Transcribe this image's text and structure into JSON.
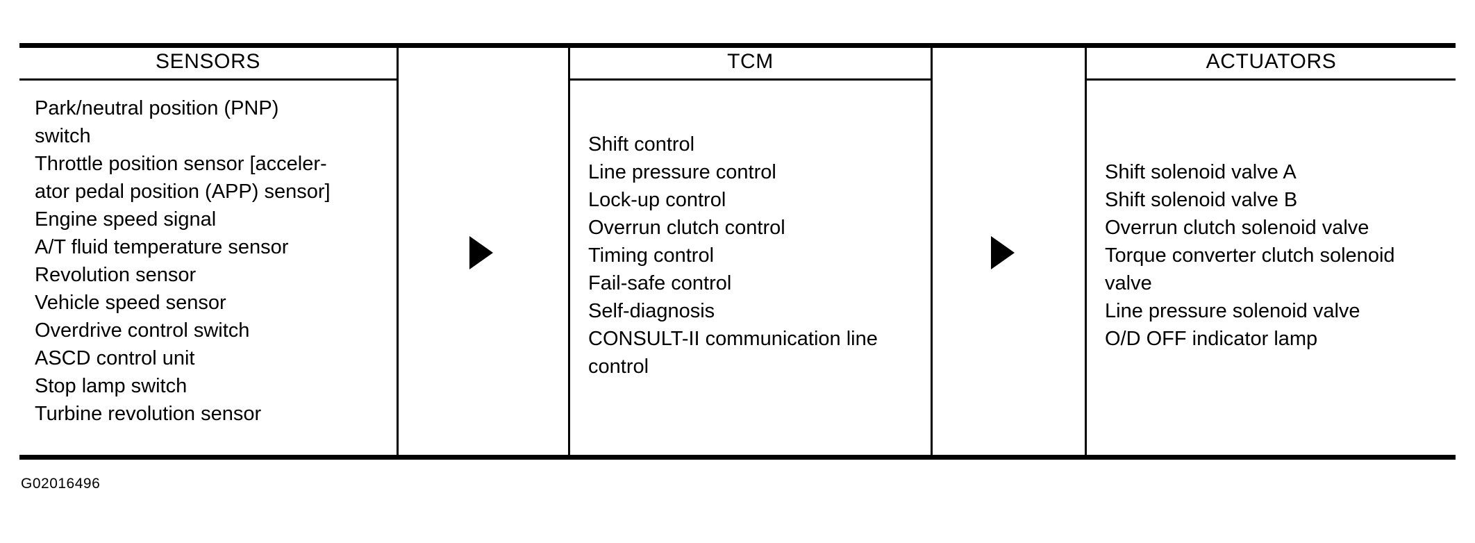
{
  "figure": {
    "code": "G02016496",
    "type": "system-block-diagram"
  },
  "colors": {
    "ink": "#000000",
    "background": "#ffffff"
  },
  "columns": [
    {
      "id": "sensors",
      "header": "SENSORS",
      "entries": [
        "Park/neutral position (PNP)\nswitch",
        "Throttle position sensor [acceler-\nator pedal position (APP) sensor]",
        "Engine speed signal",
        "A/T fluid temperature sensor",
        "Revolution sensor",
        "Vehicle speed sensor",
        "Overdrive control switch",
        "ASCD control unit",
        "Stop lamp switch",
        "Turbine revolution sensor"
      ]
    },
    {
      "id": "tcm",
      "header": "TCM",
      "entries": [
        "Shift control",
        "Line pressure control",
        "Lock-up control",
        "Overrun clutch control",
        "Timing control",
        "Fail-safe control",
        "Self-diagnosis",
        "CONSULT-II communication line\ncontrol"
      ]
    },
    {
      "id": "actuators",
      "header": "ACTUATORS",
      "entries": [
        "Shift solenoid valve A",
        "Shift solenoid valve B",
        "Overrun clutch solenoid valve",
        "Torque converter clutch solenoid\nvalve",
        "Line pressure solenoid valve",
        "O/D OFF indicator lamp"
      ]
    }
  ],
  "arrows": [
    {
      "id": "sensors-to-tcm",
      "glyph": "triangle-right-icon"
    },
    {
      "id": "tcm-to-actuators",
      "glyph": "triangle-right-icon"
    }
  ]
}
